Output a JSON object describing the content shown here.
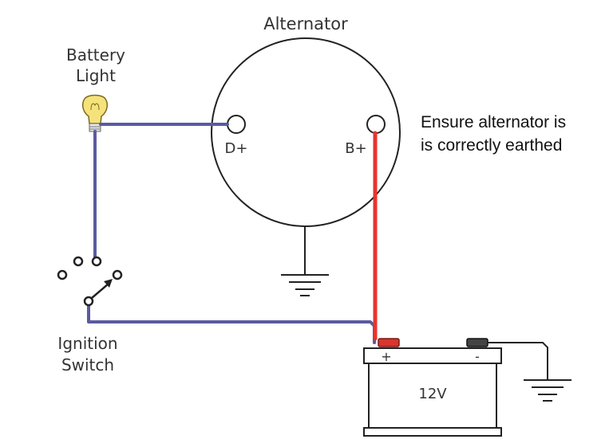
{
  "alternator": {
    "title": "Alternator",
    "terminal_d": "D+",
    "terminal_b": "B+"
  },
  "battery_light": {
    "line1": "Battery",
    "line2": "Light"
  },
  "ignition_switch": {
    "line1": "Ignition",
    "line2": "Switch"
  },
  "battery": {
    "label": "12V",
    "positive": "+",
    "negative": "-"
  },
  "note": {
    "line1": "Ensure alternator is",
    "line2": "is correctly earthed"
  },
  "colors": {
    "wire_blue": "#5a5aa0",
    "wire_red": "#e8332c",
    "outline": "#222222"
  }
}
